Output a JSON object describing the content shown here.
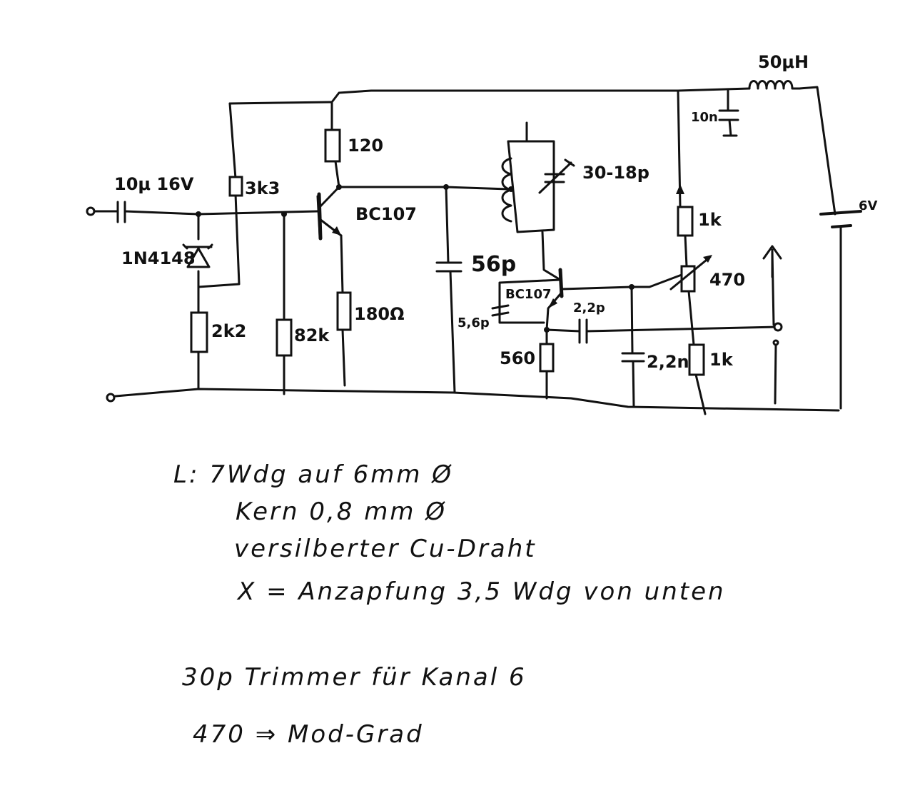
{
  "labels": {
    "c_in": "10μ 16V",
    "r_3k3": "3k3",
    "r_120": "120",
    "transistor_1": "BC107",
    "diode": "1N4148",
    "r_180": "180Ω",
    "r_2k2": "2k2",
    "r_82k": "82k",
    "c_56p": "56p",
    "trimmer": "30-18p",
    "transistor_2": "BC107",
    "c_5p6": "5,6p",
    "c_2p2": "2,2p",
    "r_560": "560",
    "c_2n2": "2,2n",
    "r_1k_top": "1k",
    "pot_470": "470",
    "r_1k_bottom": "1k",
    "choke": "50μH",
    "c_10n": "10n",
    "battery": "6V"
  },
  "notes": {
    "line1": "L:   7Wdg auf 6mm Ø",
    "line2": "Kern  0,8 mm Ø",
    "line3": "versilberter  Cu-Draht",
    "line4": "X = Anzapfung 3,5 Wdg von unten",
    "line5": "30p Trimmer für Kanal 6",
    "line6": "470 ⇒ Mod-Grad"
  }
}
